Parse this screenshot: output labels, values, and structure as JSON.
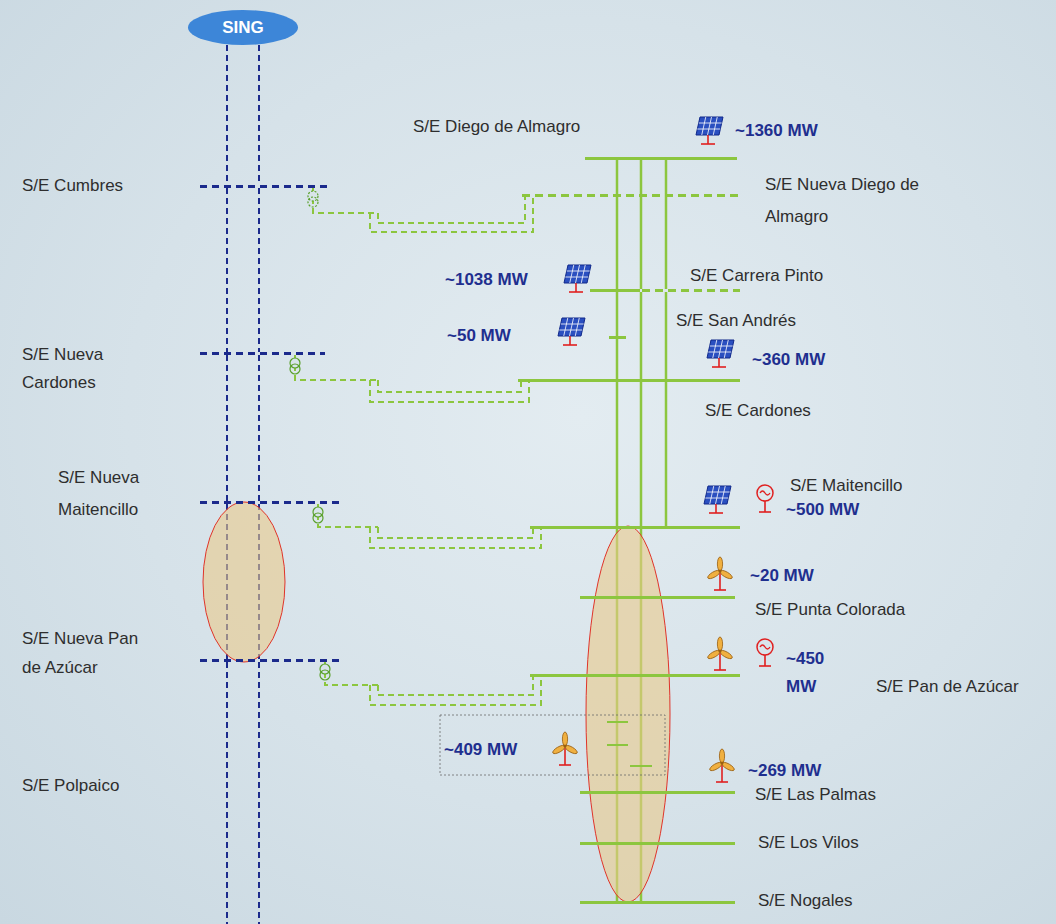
{
  "diagram": {
    "nodes": [
      {
        "text": [
          "SING"
        ]
      },
      {
        "text": [
          "S/E Diego de Almagro"
        ]
      },
      {
        "text": [
          "S/E Cumbres"
        ]
      },
      {
        "text": [
          "S/E Nueva Diego de Almagro"
        ]
      },
      {
        "text": [
          "S/E Carrera Pinto"
        ]
      },
      {
        "text": [
          "S/E San Andrés"
        ]
      },
      {
        "text": [
          "S/E Nueva Cardones"
        ]
      },
      {
        "text": [
          "S/E Cardones"
        ]
      },
      {
        "text": [
          "S/E Nueva Maitencillo"
        ]
      },
      {
        "text": [
          "S/E Maitencillo"
        ]
      },
      {
        "text": [
          "S/E Punta Colorada"
        ]
      },
      {
        "text": [
          "S/E Nueva Pan de Azúcar"
        ]
      },
      {
        "text": [
          "S/E Pan de Azúcar"
        ]
      },
      {
        "text": [
          "S/E Las Palmas"
        ]
      },
      {
        "text": [
          "S/E Los Vilos"
        ]
      },
      {
        "text": [
          "S/E Nogales"
        ]
      }
    ],
    "edges": [
      {
        "from": 0,
        "to": 2,
        "arrow": "none"
      },
      {
        "from": 2,
        "to": 6,
        "arrow": "none"
      },
      {
        "from": 6,
        "to": 8,
        "arrow": "none"
      },
      {
        "from": 8,
        "to": 11,
        "arrow": "none"
      },
      {
        "from": 2,
        "to": 3,
        "arrow": "none"
      },
      {
        "from": 6,
        "to": 7,
        "arrow": "none"
      },
      {
        "from": 8,
        "to": 9,
        "arrow": "none"
      },
      {
        "from": 11,
        "to": 12,
        "arrow": "none"
      },
      {
        "from": 1,
        "to": 4,
        "arrow": "none"
      },
      {
        "from": 4,
        "to": 5,
        "arrow": "none"
      },
      {
        "from": 5,
        "to": 7,
        "arrow": "none"
      },
      {
        "from": 4,
        "to": 7,
        "arrow": "none"
      },
      {
        "from": 7,
        "to": 9,
        "arrow": "none"
      },
      {
        "from": 9,
        "to": 10,
        "arrow": "none"
      },
      {
        "from": 10,
        "to": 12,
        "arrow": "none"
      },
      {
        "from": 12,
        "to": 13,
        "arrow": "none"
      },
      {
        "from": 13,
        "to": 14,
        "arrow": "none"
      },
      {
        "from": 14,
        "to": 15,
        "arrow": "none"
      }
    ],
    "labels": [
      "~1360 MW",
      "~1038 MW",
      "~50 MW",
      "~360 MW",
      "~500 MW",
      "~20 MW",
      "~450 MW",
      "~409 MW",
      "~269 MW",
      "S/E Polpaico"
    ]
  }
}
